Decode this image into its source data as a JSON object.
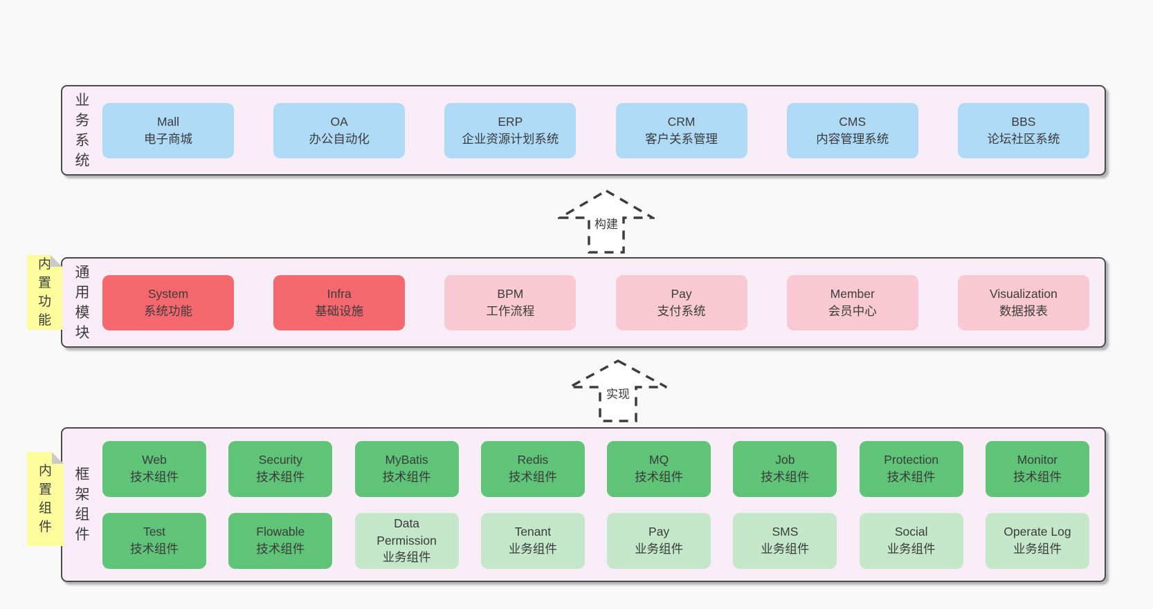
{
  "colors": {
    "page-bg": "#f8f8f8",
    "band-bg": "#f8edf6",
    "band-border": "#4a4a4a",
    "blue": "#aedaf6",
    "red": "#f5686e",
    "pink": "#f9c9d3",
    "green": "#5fc378",
    "lightgreen": "#c3e7c8",
    "sticky-yellow": "#fdfc9d",
    "sticky-fold": "#c9c9c9",
    "text": "#3b3b3b",
    "arrow-stroke": "#3d3d3d"
  },
  "sections": {
    "business": {
      "label": "业务系统",
      "items": [
        {
          "name": "Mall",
          "subtitle": "电子商城",
          "variant": "blue"
        },
        {
          "name": "OA",
          "subtitle": "办公自动化",
          "variant": "blue"
        },
        {
          "name": "ERP",
          "subtitle": "企业资源计划系统",
          "variant": "blue"
        },
        {
          "name": "CRM",
          "subtitle": "客户关系管理",
          "variant": "blue"
        },
        {
          "name": "CMS",
          "subtitle": "内容管理系统",
          "variant": "blue"
        },
        {
          "name": "BBS",
          "subtitle": "论坛社区系统",
          "variant": "blue"
        }
      ]
    },
    "common": {
      "label": "通用模块",
      "sticky": "内置功能",
      "items": [
        {
          "name": "System",
          "subtitle": "系统功能",
          "variant": "red"
        },
        {
          "name": "Infra",
          "subtitle": "基础设施",
          "variant": "red"
        },
        {
          "name": "BPM",
          "subtitle": "工作流程",
          "variant": "pink"
        },
        {
          "name": "Pay",
          "subtitle": "支付系统",
          "variant": "pink"
        },
        {
          "name": "Member",
          "subtitle": "会员中心",
          "variant": "pink"
        },
        {
          "name": "Visualization",
          "subtitle": "数据报表",
          "variant": "pink"
        }
      ]
    },
    "framework": {
      "label": "框架组件",
      "sticky": "内置组件",
      "row1": [
        {
          "name": "Web",
          "subtitle": "技术组件",
          "variant": "green"
        },
        {
          "name": "Security",
          "subtitle": "技术组件",
          "variant": "green"
        },
        {
          "name": "MyBatis",
          "subtitle": "技术组件",
          "variant": "green"
        },
        {
          "name": "Redis",
          "subtitle": "技术组件",
          "variant": "green"
        },
        {
          "name": "MQ",
          "subtitle": "技术组件",
          "variant": "green"
        },
        {
          "name": "Job",
          "subtitle": "技术组件",
          "variant": "green"
        },
        {
          "name": "Protection",
          "subtitle": "技术组件",
          "variant": "green"
        },
        {
          "name": "Monitor",
          "subtitle": "技术组件",
          "variant": "green"
        }
      ],
      "row2": [
        {
          "name": "Test",
          "subtitle": "技术组件",
          "variant": "green"
        },
        {
          "name": "Flowable",
          "subtitle": "技术组件",
          "variant": "green"
        },
        {
          "name": "Data Permission",
          "subtitle": "业务组件",
          "variant": "lightgreen"
        },
        {
          "name": "Tenant",
          "subtitle": "业务组件",
          "variant": "lightgreen"
        },
        {
          "name": "Pay",
          "subtitle": "业务组件",
          "variant": "lightgreen"
        },
        {
          "name": "SMS",
          "subtitle": "业务组件",
          "variant": "lightgreen"
        },
        {
          "name": "Social",
          "subtitle": "业务组件",
          "variant": "lightgreen"
        },
        {
          "name": "Operate Log",
          "subtitle": "业务组件",
          "variant": "lightgreen"
        }
      ]
    }
  },
  "arrows": [
    {
      "label": "构建"
    },
    {
      "label": "实现"
    }
  ]
}
